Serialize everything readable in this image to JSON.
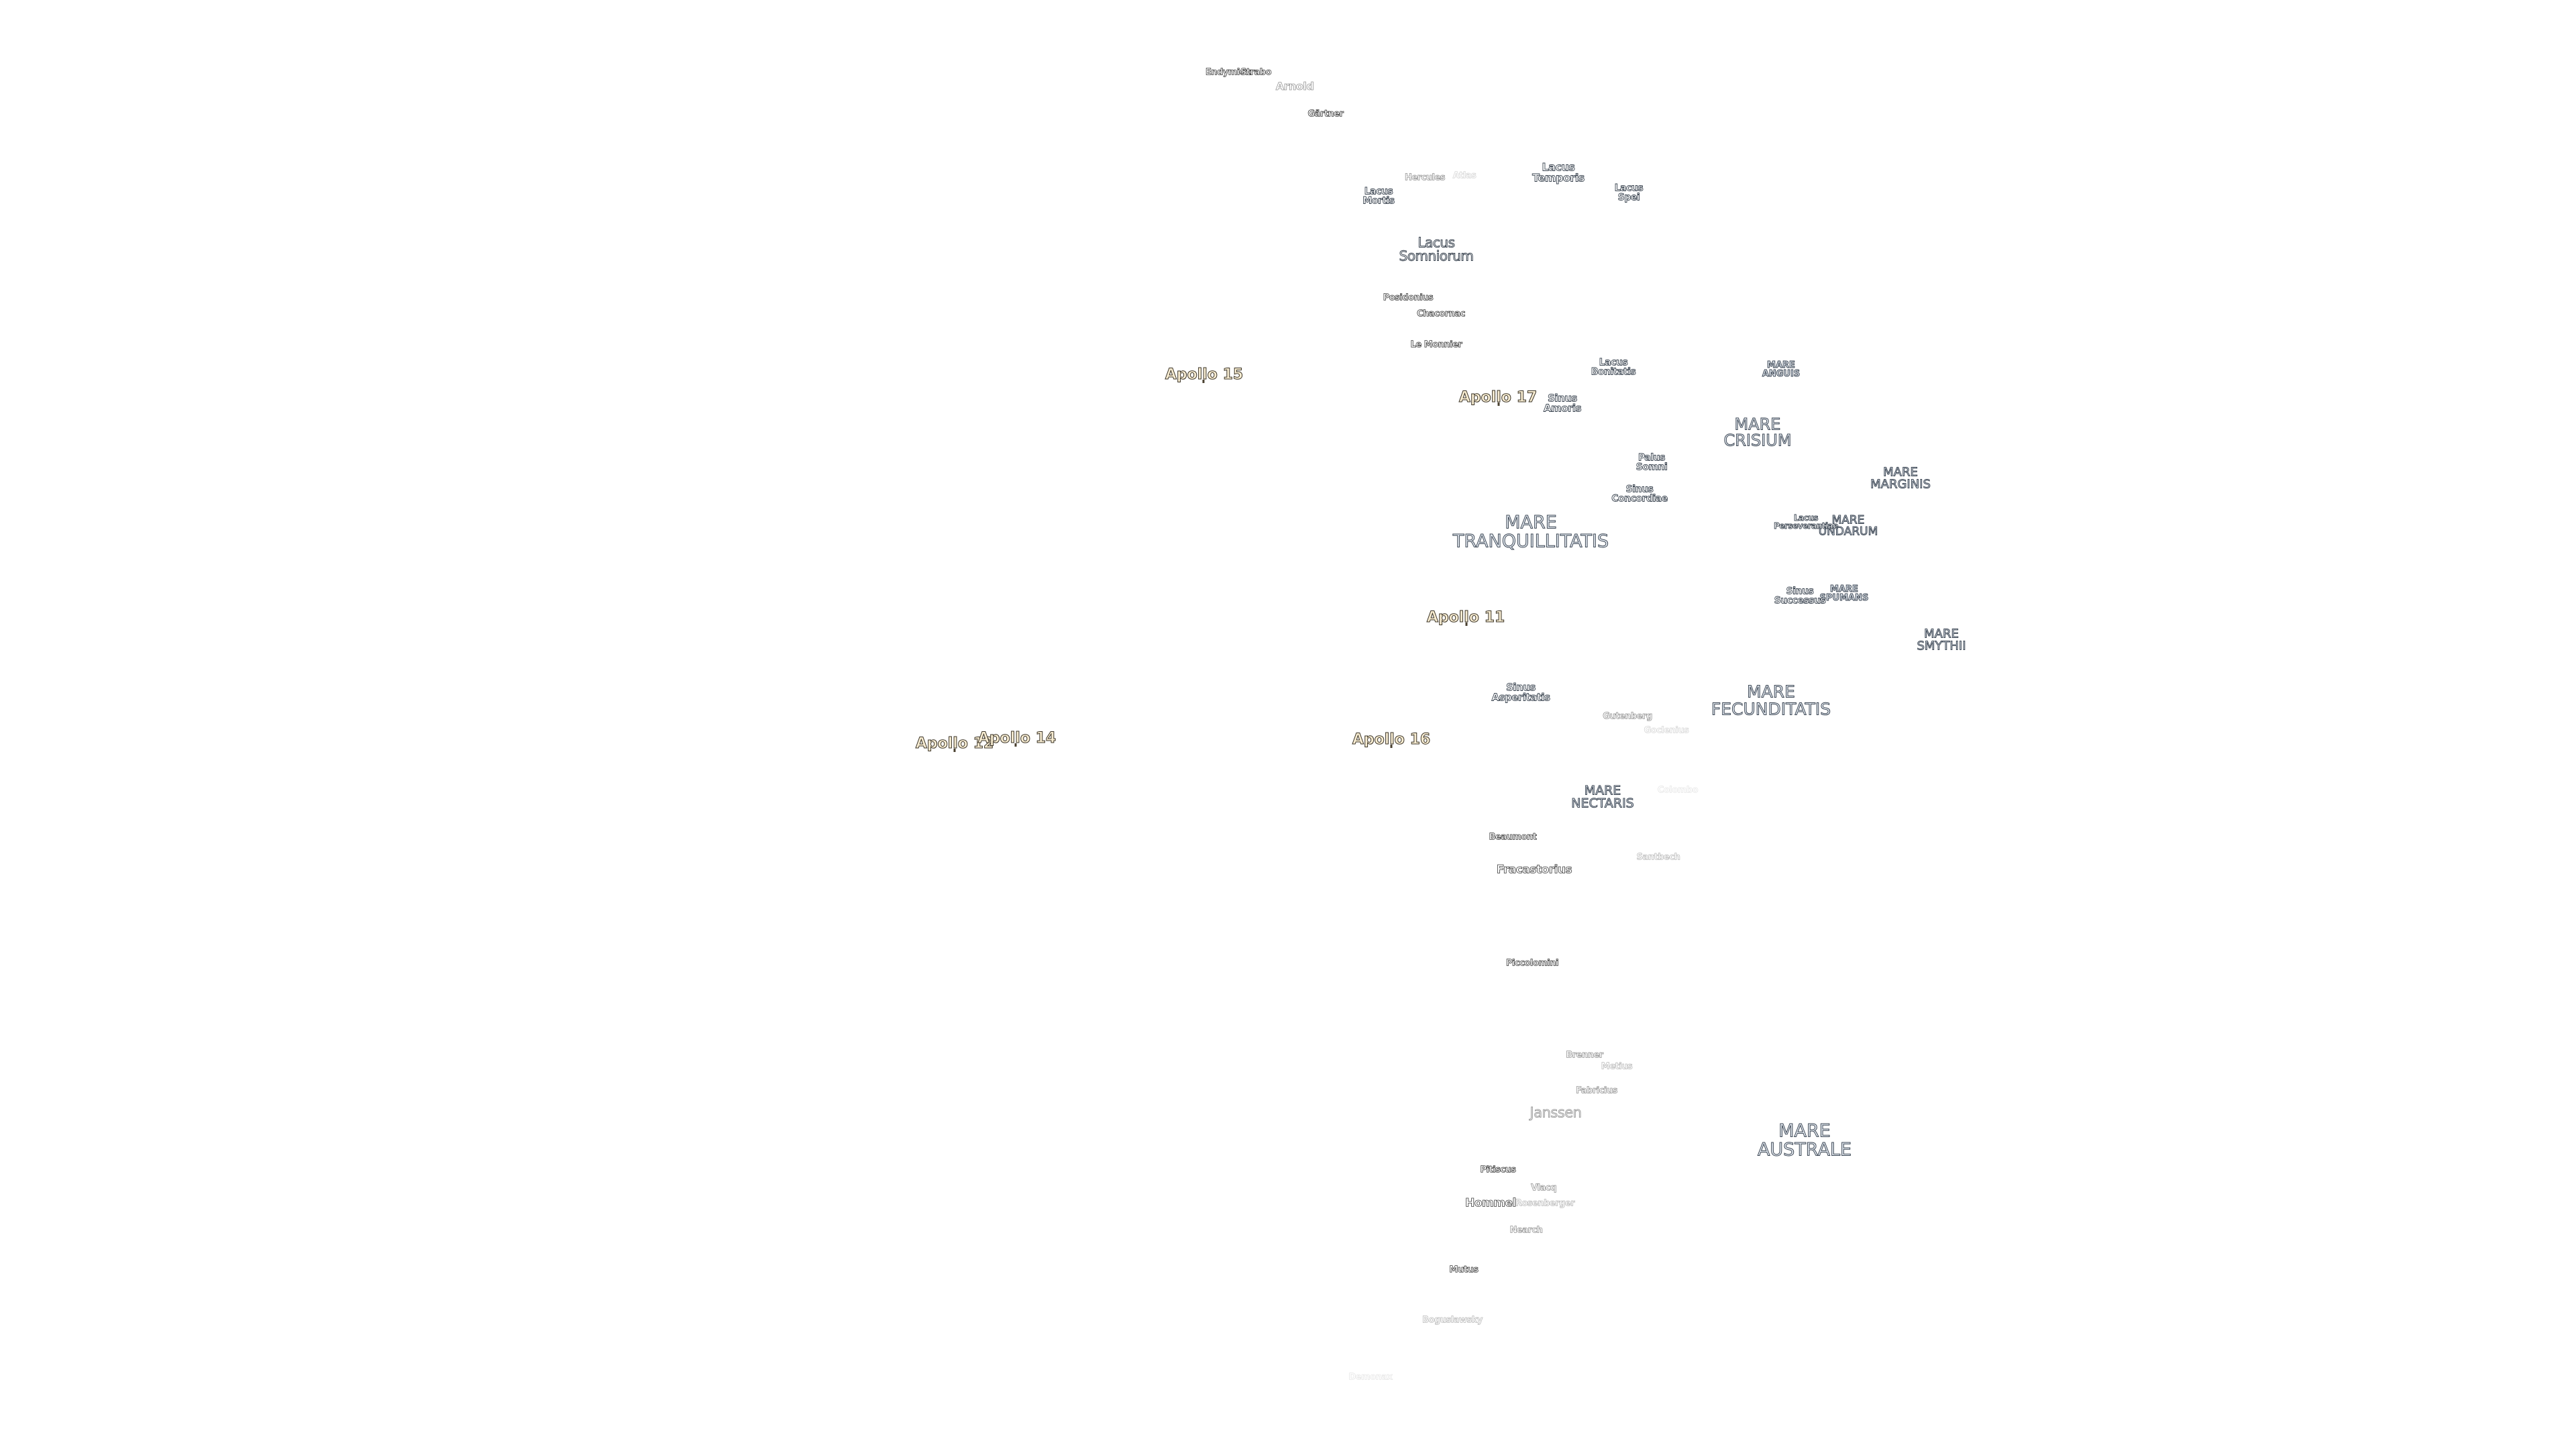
{
  "map": {
    "maria": [
      {
        "id": "mare-tranquillitatis",
        "text": "MARE\nTRANQUILLITATIS"
      },
      {
        "id": "mare-crisium",
        "text": "MARE\nCRISIUM"
      },
      {
        "id": "mare-fecunditatis",
        "text": "MARE\nFECUNDITATIS"
      },
      {
        "id": "mare-australe",
        "text": "MARE\nAUSTRALE"
      },
      {
        "id": "mare-nectaris",
        "text": "MARE\nNECTARIS"
      },
      {
        "id": "mare-marginis",
        "text": "MARE\nMARGINIS"
      },
      {
        "id": "mare-smythii",
        "text": "MARE\nSMYTHII"
      },
      {
        "id": "mare-undarum",
        "text": "MARE\nUNDARUM"
      },
      {
        "id": "mare-anguis",
        "text": "MARE\nANGUIS"
      },
      {
        "id": "mare-spumans",
        "text": "MARE\nSPUMANS"
      }
    ],
    "lakes": [
      {
        "id": "lacus-somniorum",
        "text": "Lacus\nSomniorum"
      },
      {
        "id": "lacus-temporis",
        "text": "Lacus\nTemporis"
      },
      {
        "id": "lacus-mortis",
        "text": "Lacus\nMortis"
      },
      {
        "id": "lacus-spei",
        "text": "Lacus\nSpei"
      },
      {
        "id": "lacus-bonitatis",
        "text": "Lacus\nBonitatis"
      },
      {
        "id": "sinus-amoris",
        "text": "Sinus\nAmoris"
      },
      {
        "id": "palus-somni",
        "text": "Palus\nSomni"
      },
      {
        "id": "sinus-concordiae",
        "text": "Sinus\nConcordiae"
      },
      {
        "id": "lacus-perseverantiae",
        "text": "Lacus\nPerseverantiae"
      },
      {
        "id": "sinus-successus",
        "text": "Sinus\nSuccessus"
      },
      {
        "id": "sinus-asperitatis",
        "text": "Sinus\nAsperitatis"
      }
    ],
    "craters": [
      {
        "id": "endymion",
        "text": "Endymion"
      },
      {
        "id": "strabo",
        "text": "Strabo"
      },
      {
        "id": "arnold",
        "text": "Arnold"
      },
      {
        "id": "gartner",
        "text": "Gärtner"
      },
      {
        "id": "hercules",
        "text": "Hercules"
      },
      {
        "id": "atlas",
        "text": "Atlas"
      },
      {
        "id": "posidonius",
        "text": "Posidonius"
      },
      {
        "id": "chacornac",
        "text": "Chacornac"
      },
      {
        "id": "le-monnier",
        "text": "Le Monnier"
      },
      {
        "id": "gutenberg",
        "text": "Gutenberg"
      },
      {
        "id": "goclenius",
        "text": "Goclenius"
      },
      {
        "id": "colombo",
        "text": "Colombo"
      },
      {
        "id": "beaumont",
        "text": "Beaumont"
      },
      {
        "id": "fracastorius",
        "text": "Fracastorius"
      },
      {
        "id": "santbech",
        "text": "Santbech"
      },
      {
        "id": "piccolomini",
        "text": "Piccolomini"
      },
      {
        "id": "brenner",
        "text": "Brenner"
      },
      {
        "id": "metius",
        "text": "Metius"
      },
      {
        "id": "fabricius",
        "text": "Fabricius"
      },
      {
        "id": "janssen",
        "text": "Janssen"
      },
      {
        "id": "pitiscus",
        "text": "Pitiscus"
      },
      {
        "id": "vlacq",
        "text": "Vlacq"
      },
      {
        "id": "hommel",
        "text": "Hommel"
      },
      {
        "id": "rosenberger",
        "text": "Rosenberger"
      },
      {
        "id": "nearch",
        "text": "Nearch"
      },
      {
        "id": "mutus",
        "text": "Mutus"
      },
      {
        "id": "boguslawsky",
        "text": "Boguslawsky"
      },
      {
        "id": "demonax",
        "text": "Demonax"
      }
    ],
    "apollo_sites": [
      {
        "id": "apollo-15",
        "text": "Apollo 15"
      },
      {
        "id": "apollo-17",
        "text": "Apollo 17"
      },
      {
        "id": "apollo-11",
        "text": "Apollo 11"
      },
      {
        "id": "apollo-16",
        "text": "Apollo 16"
      },
      {
        "id": "apollo-12",
        "text": "Apollo 12"
      },
      {
        "id": "apollo-14",
        "text": "Apollo 14"
      }
    ]
  }
}
